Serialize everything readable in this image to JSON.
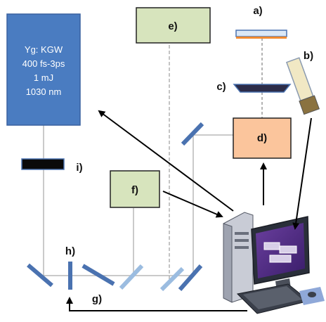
{
  "diagram": {
    "laser": {
      "lines": [
        "Yg: KGW",
        "400 fs-3ps",
        "1 mJ",
        "1030 nm"
      ]
    },
    "labels": {
      "a": "a)",
      "b": "b)",
      "c": "c)",
      "d": "d)",
      "e": "e)",
      "f": "f)",
      "g": "g)",
      "h": "h)",
      "i": "i)"
    },
    "colors": {
      "laser_fill": "#4a7cc1",
      "green_box": "#d7e4bd",
      "orange_box": "#fbc59c",
      "mirror_dark": "#4a72b0",
      "mirror_light": "#9bbce0",
      "beam": "#b9b9b9",
      "arrow": "#000000"
    }
  }
}
